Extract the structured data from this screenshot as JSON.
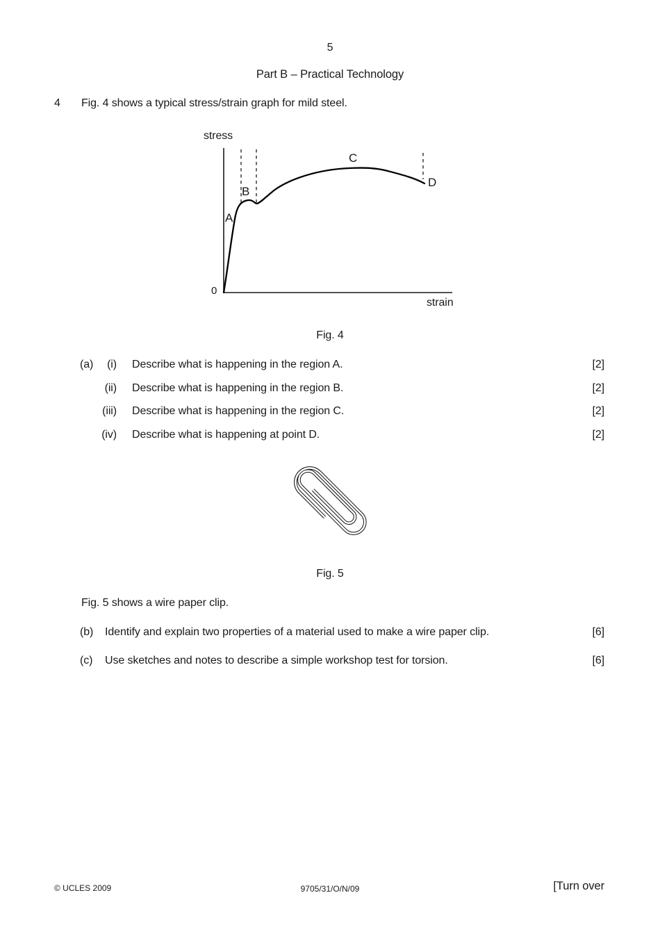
{
  "page": {
    "number": "5",
    "section_heading": "Part B – Practical Technology"
  },
  "question": {
    "number": "4",
    "intro": "Fig. 4 shows a typical stress/strain graph for mild steel."
  },
  "figure4": {
    "caption": "Fig. 4",
    "y_axis_label": "stress",
    "x_axis_label": "strain",
    "origin_label": "0",
    "point_labels": {
      "a": "A",
      "b": "B",
      "c": "C",
      "d": "D"
    },
    "chart_type": "line",
    "description_of_curve": "stress rises steeply through region A, small yield bump at B between two dashed guides, gentle rise to maximum at C, falls to fracture point D marked by dashed guide"
  },
  "parts_a": {
    "label": "(a)",
    "items": [
      {
        "numeral": "(i)",
        "text": "Describe what is happening in the region A.",
        "marks": "[2]"
      },
      {
        "numeral": "(ii)",
        "text": "Describe what is happening in the region B.",
        "marks": "[2]"
      },
      {
        "numeral": "(iii)",
        "text": "Describe what is happening in the region C.",
        "marks": "[2]"
      },
      {
        "numeral": "(iv)",
        "text": "Describe what is happening at point D.",
        "marks": "[2]"
      }
    ]
  },
  "figure5": {
    "caption": "Fig. 5",
    "intro": "Fig. 5 shows a wire paper clip."
  },
  "parts_bc": [
    {
      "label": "(b)",
      "text": "Identify and explain two properties of a material used to make a wire paper clip.",
      "marks": "[6]"
    },
    {
      "label": "(c)",
      "text": "Use sketches and notes to describe a simple workshop test for torsion.",
      "marks": "[6]"
    }
  ],
  "footer": {
    "copyright": "© UCLES 2009",
    "paper_code": "9705/31/O/N/09",
    "turn_over": "[Turn over"
  }
}
